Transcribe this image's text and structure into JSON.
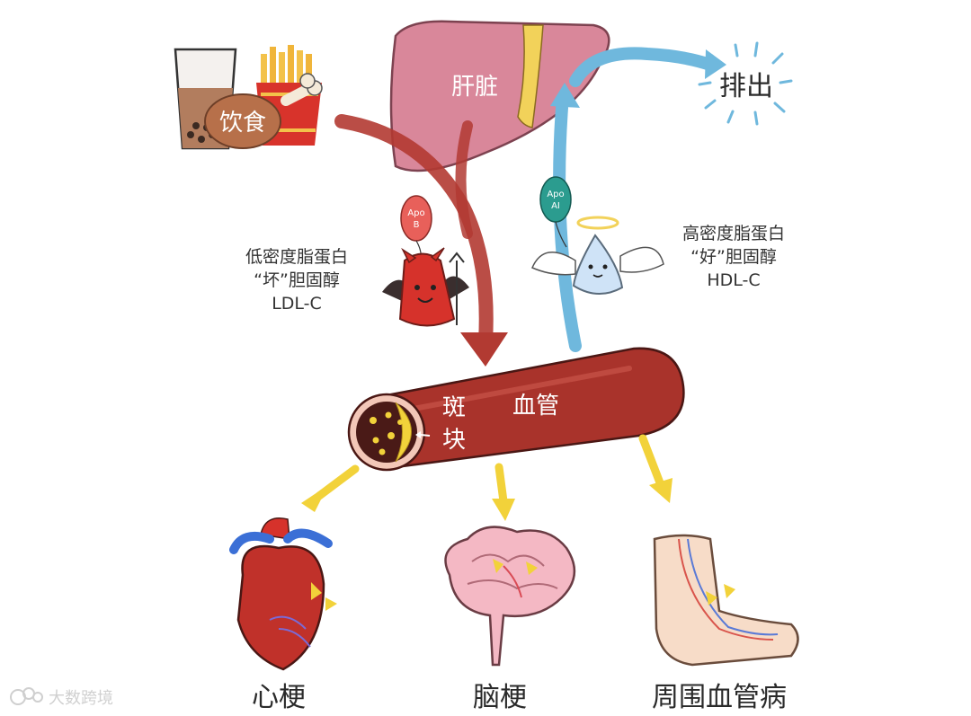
{
  "labels": {
    "diet": "饮食",
    "liver": "肝脏",
    "excrete": "排出",
    "vessel": "血管",
    "plaque_1": "斑",
    "plaque_2": "块",
    "ldl_line1": "低密度脂蛋白",
    "ldl_line2": "“坏”胆固醇",
    "ldl_abbr": "LDL-C",
    "hdl_line1": "高密度脂蛋白",
    "hdl_line2": "“好”胆固醇",
    "hdl_abbr": "HDL-C",
    "apob_1": "Apo",
    "apob_2": "B",
    "apoai_1": "Apo",
    "apoai_2": "AI",
    "heart": "心梗",
    "brain": "脑梗",
    "peripheral": "周围血管病"
  },
  "watermark": {
    "text": "大数跨境"
  },
  "colors": {
    "liver": "#d9879a",
    "gallbladder": "#f2d25a",
    "bad_arrow": "#b23a32",
    "good_arrow": "#6fb8dd",
    "vessel": "#a9332b",
    "yellow_arrow": "#f2d23a",
    "ldl_balloon": "#e8605a",
    "hdl_balloon": "#2b9c8f"
  }
}
